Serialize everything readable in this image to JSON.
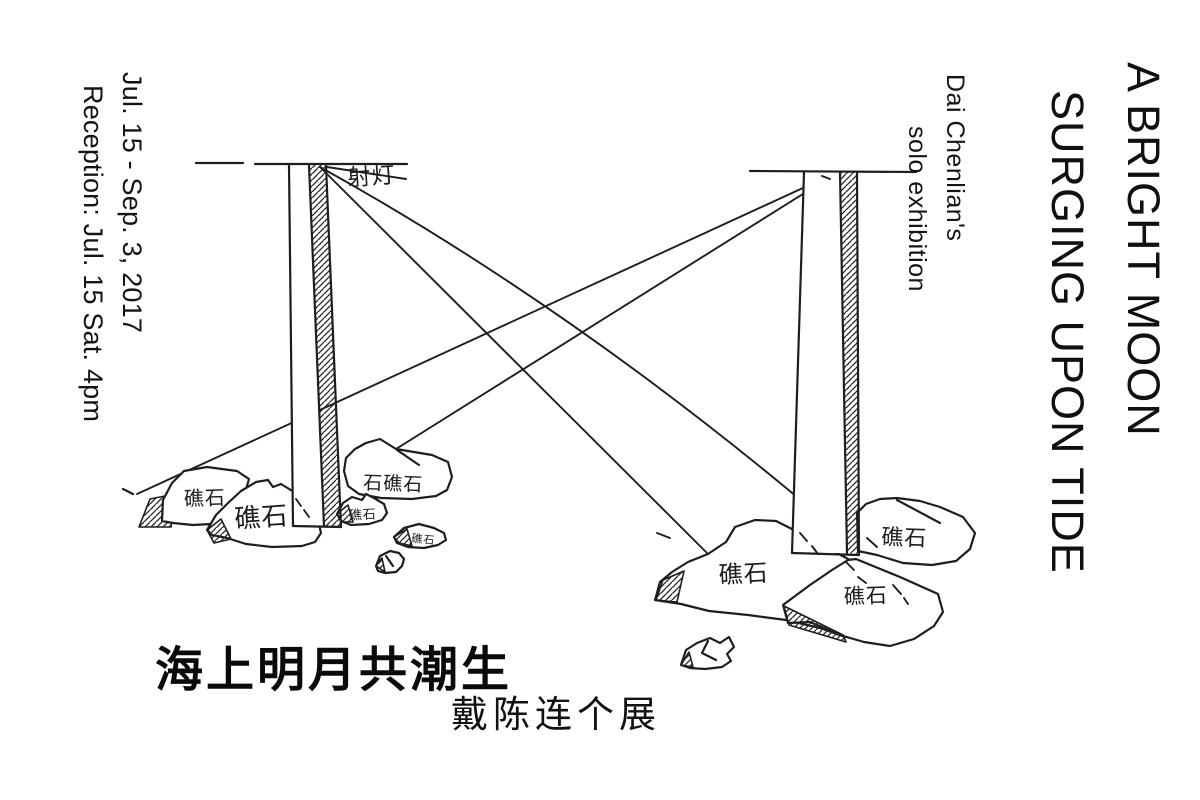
{
  "typography": {
    "title_line1": "A BRIGHT MOON",
    "title_line2": "SURGING UPON TIDE",
    "subtitle_line1": "Dai Chenlian's",
    "subtitle_line2": "solo exhibition",
    "dates_line1": "Jul. 15 - Sep. 3, 2017",
    "dates_line2": "Reception: Jul. 15 Sat. 4pm",
    "cn_title": "海上明月共潮生",
    "cn_subtitle": "戴陈连个展"
  },
  "sketch": {
    "spotlight_label": "射灯",
    "rock_labels": {
      "l1": "礁石",
      "l2": "礁石",
      "l3": "石礁石",
      "l4": "礁石",
      "l5": "礁石",
      "r1": "礁石",
      "r2": "礁石",
      "r3": "礁石"
    },
    "colors": {
      "ink": "#1e1e1e",
      "background": "#ffffff"
    }
  }
}
